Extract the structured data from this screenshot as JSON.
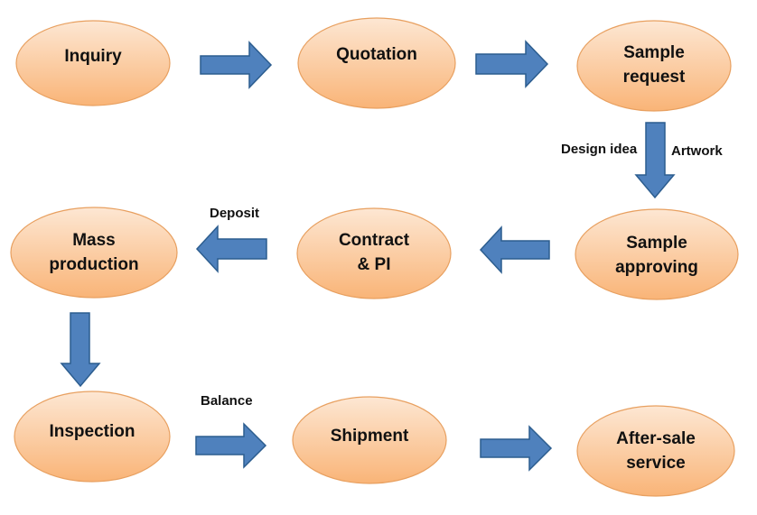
{
  "colors": {
    "node_fill_top": "#FDE7D3",
    "node_fill_bottom": "#F9B477",
    "node_stroke": "#E8A060",
    "arrow_fill": "#4F81BD",
    "arrow_stroke": "#2C5D8F"
  },
  "nodes": {
    "inquiry": {
      "label": "Inquiry"
    },
    "quotation": {
      "label": "Quotation"
    },
    "sample_request": {
      "label": "Sample\nrequest"
    },
    "sample_approving": {
      "label": "Sample\napproving"
    },
    "contract_pi": {
      "label": "Contract\n& PI"
    },
    "mass_production": {
      "label": "Mass\nproduction"
    },
    "inspection": {
      "label": "Inspection"
    },
    "shipment": {
      "label": "Shipment"
    },
    "after_sale": {
      "label": "After-sale\nservice"
    }
  },
  "edge_labels": {
    "design_idea": "Design idea",
    "artwork": "Artwork",
    "deposit": "Deposit",
    "balance": "Balance"
  }
}
